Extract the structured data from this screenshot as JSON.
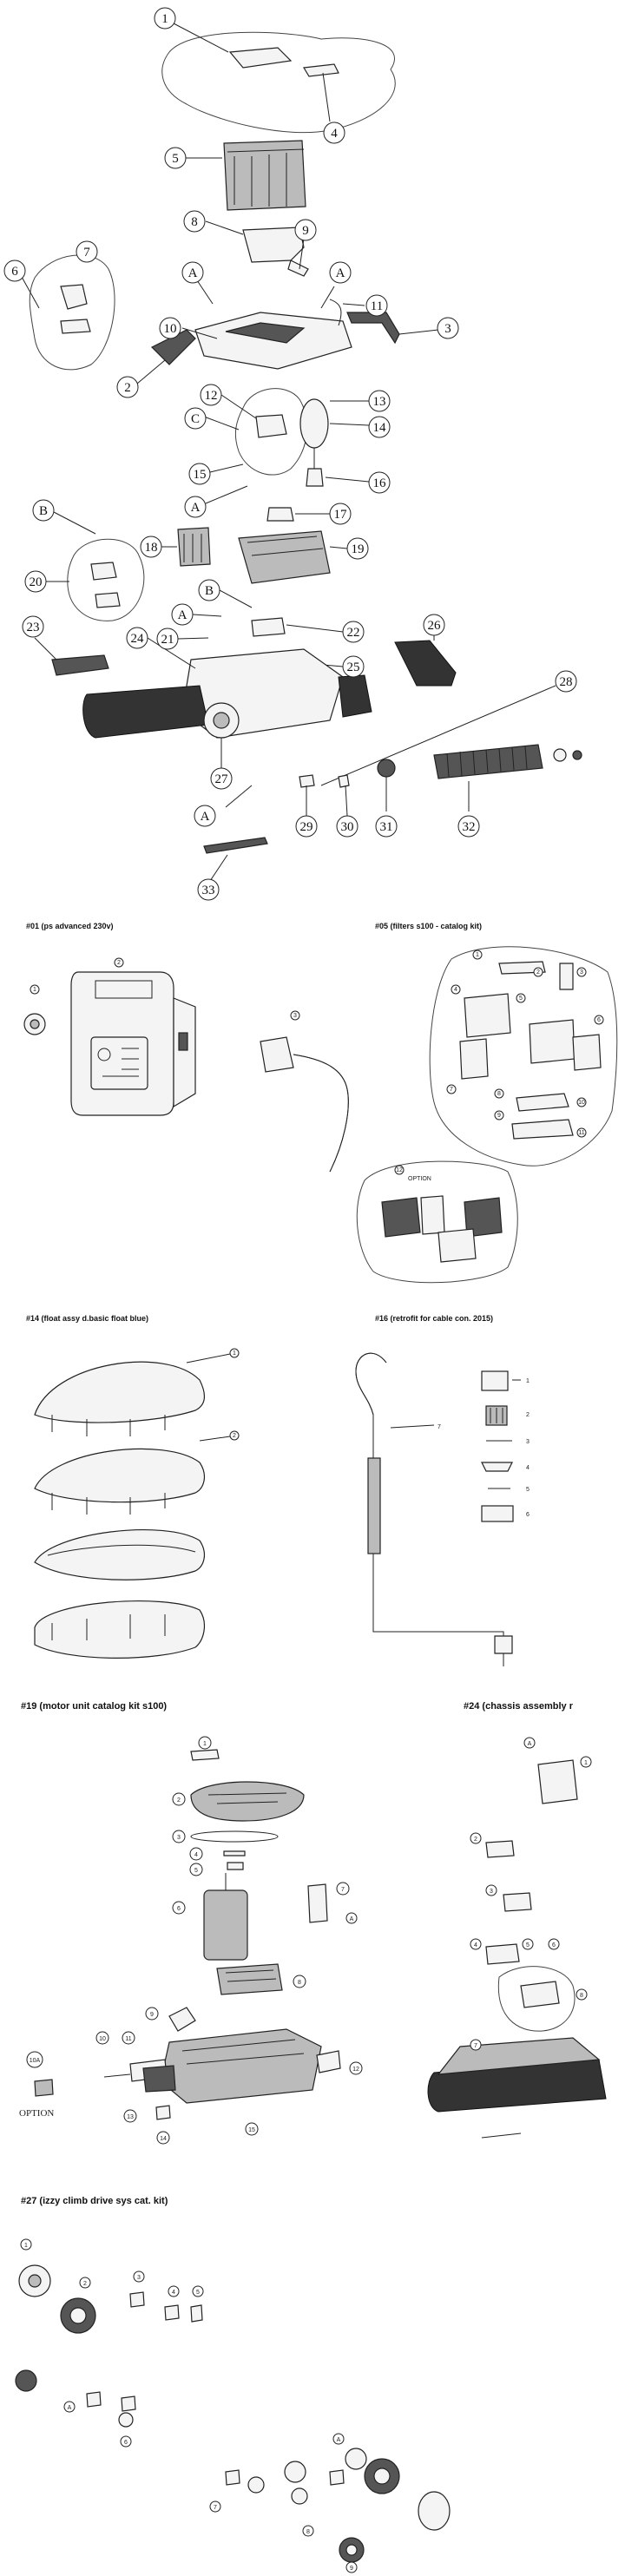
{
  "main_diagram": {
    "callouts": [
      "1",
      "2",
      "3",
      "4",
      "5",
      "6",
      "7",
      "8",
      "9",
      "10",
      "11",
      "12",
      "13",
      "14",
      "15",
      "16",
      "17",
      "18",
      "19",
      "20",
      "21",
      "22",
      "23",
      "24",
      "25",
      "26",
      "27",
      "28",
      "29",
      "30",
      "31",
      "32",
      "33"
    ],
    "letters": {
      "a": "A",
      "b": "B",
      "c": "C"
    }
  },
  "sections": {
    "s01": {
      "title": "#01  (ps advanced 230v)",
      "callouts": [
        "1",
        "2",
        "3"
      ]
    },
    "s05": {
      "title": "#05  (filters s100 - catalog kit)",
      "callouts": [
        "1",
        "2",
        "3",
        "4",
        "5",
        "6",
        "7",
        "8",
        "9",
        "10",
        "11",
        "12"
      ],
      "option": "OPTION"
    },
    "s14": {
      "title": "#14  (float assy d.basic float blue)",
      "callouts": [
        "1",
        "2"
      ]
    },
    "s16": {
      "title": "#16  (retrofit for cable con. 2015)",
      "callouts": [
        "1",
        "2",
        "3",
        "4",
        "5",
        "6",
        "7"
      ]
    },
    "s19": {
      "title": "#19  (motor unit catalog kit s100)",
      "callouts": [
        "1",
        "2",
        "3",
        "4",
        "5",
        "6",
        "7",
        "8",
        "9",
        "10",
        "10A",
        "11",
        "12",
        "13",
        "14",
        "15"
      ],
      "option": "OPTION",
      "letter": "A"
    },
    "s24": {
      "title": "#24  (chassis assembly r",
      "callouts": [
        "1",
        "2",
        "3",
        "4",
        "5",
        "6",
        "7",
        "8"
      ],
      "letter": "A"
    },
    "s27": {
      "title": "#27  (izzy climb drive sys cat. kit)",
      "callouts": [
        "1",
        "2",
        "3",
        "4",
        "5",
        "6",
        "7",
        "8",
        "9"
      ],
      "letter": "A"
    }
  }
}
